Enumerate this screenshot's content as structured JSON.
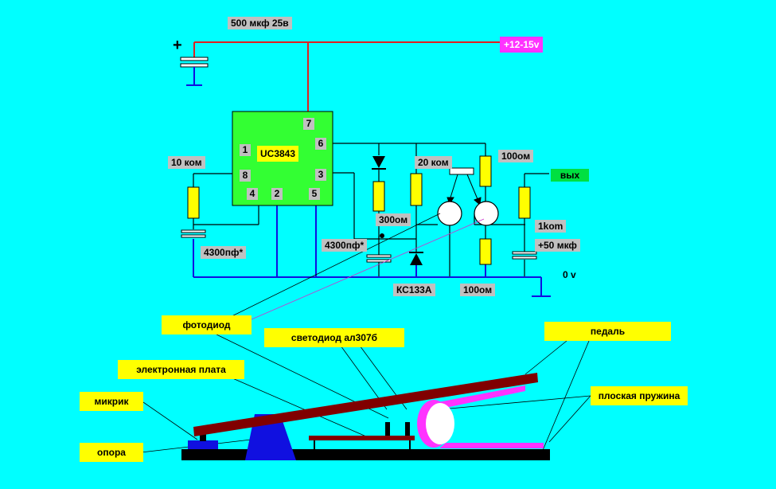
{
  "schematic": {
    "chip": {
      "name": "UC3843",
      "pins": [
        "1",
        "2",
        "3",
        "4",
        "5",
        "6",
        "7",
        "8"
      ]
    },
    "labels": {
      "cap_main": "500 мкф 25в",
      "supply": "+12-15v",
      "plus_sign": "+",
      "r10k": "10 ком",
      "c4300a": "4300пф*",
      "c4300b": "4300пф*",
      "r300": "300ом",
      "r20k": "20 ком",
      "r100a": "100ом",
      "r100b": "100ом",
      "r1k": "1kom",
      "c50": "+50 мкф",
      "zener": "КС133А",
      "out": "вых",
      "ground": "0 v"
    }
  },
  "callouts": {
    "photodiode": "фотодиод",
    "led": "светодиод ал307б",
    "board": "электронная плата",
    "pedal": "педаль",
    "microswitch": "микрик",
    "flat_spring": "плоская пружина",
    "support": "опора"
  },
  "colors": {
    "background": "#00FFFF",
    "supply_wire": "#E02020",
    "ground_wire": "#1010E0",
    "chip": "#33FF33",
    "resistor": "#FFFF00",
    "pedal": "#800000",
    "spring": "#FF33FF"
  }
}
